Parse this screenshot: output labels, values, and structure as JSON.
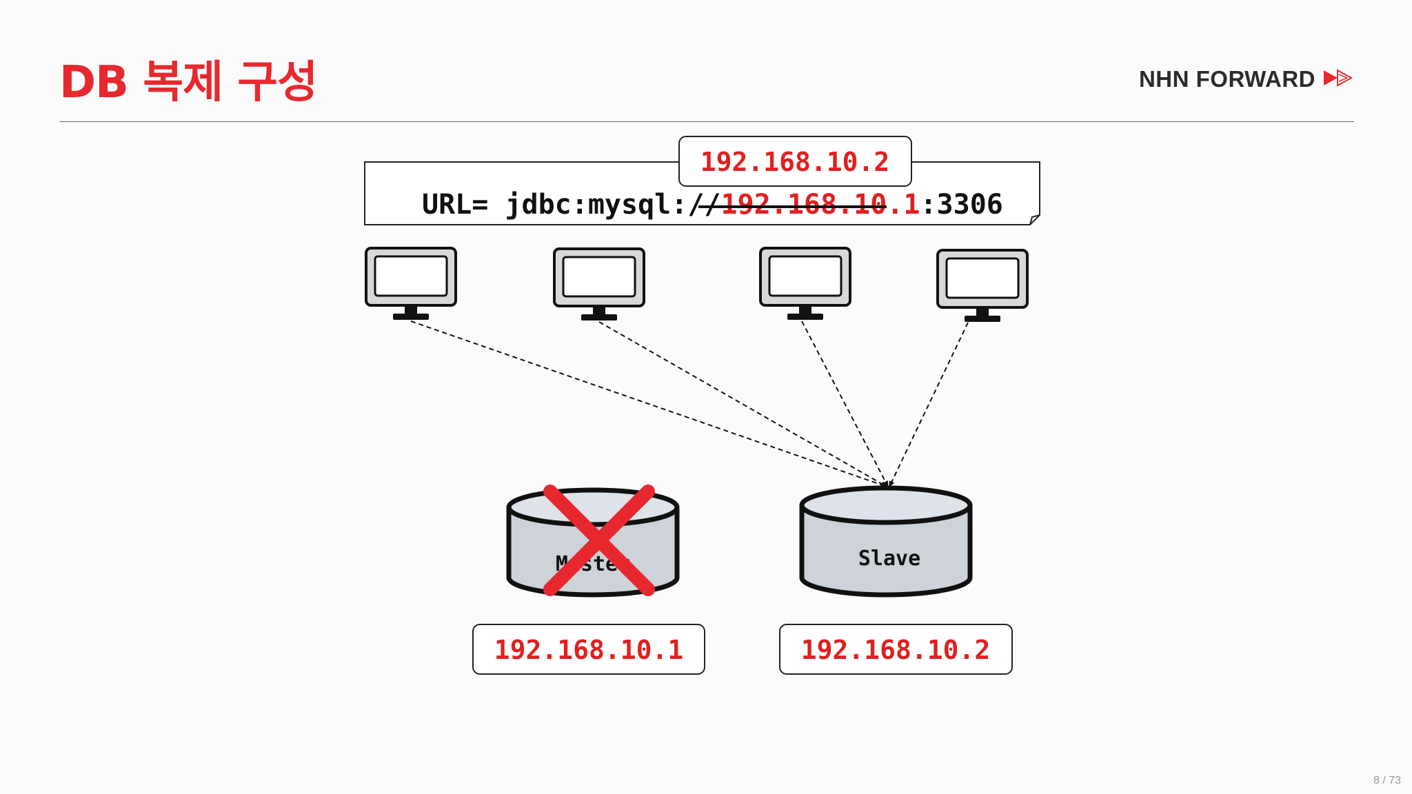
{
  "slide": {
    "title": "DB 복제 구성",
    "brand": "NHN FORWARD",
    "brand_icon": "double-play-arrow-icon",
    "page": "8 / 73",
    "accent": "#e8282f"
  },
  "url_note": {
    "prefix": "URL= jdbc:mysql://",
    "old_ip": "192.168.10.1",
    "port": ":3306",
    "new_ip_label": "192.168.10.2"
  },
  "clients": [
    {
      "icon": "monitor-icon"
    },
    {
      "icon": "monitor-icon"
    },
    {
      "icon": "monitor-icon"
    },
    {
      "icon": "monitor-icon"
    }
  ],
  "databases": {
    "master": {
      "label": "Master",
      "ip": "192.168.10.1",
      "status_icon": "x-mark-icon"
    },
    "slave": {
      "label": "Slave",
      "ip": "192.168.10.2"
    }
  }
}
